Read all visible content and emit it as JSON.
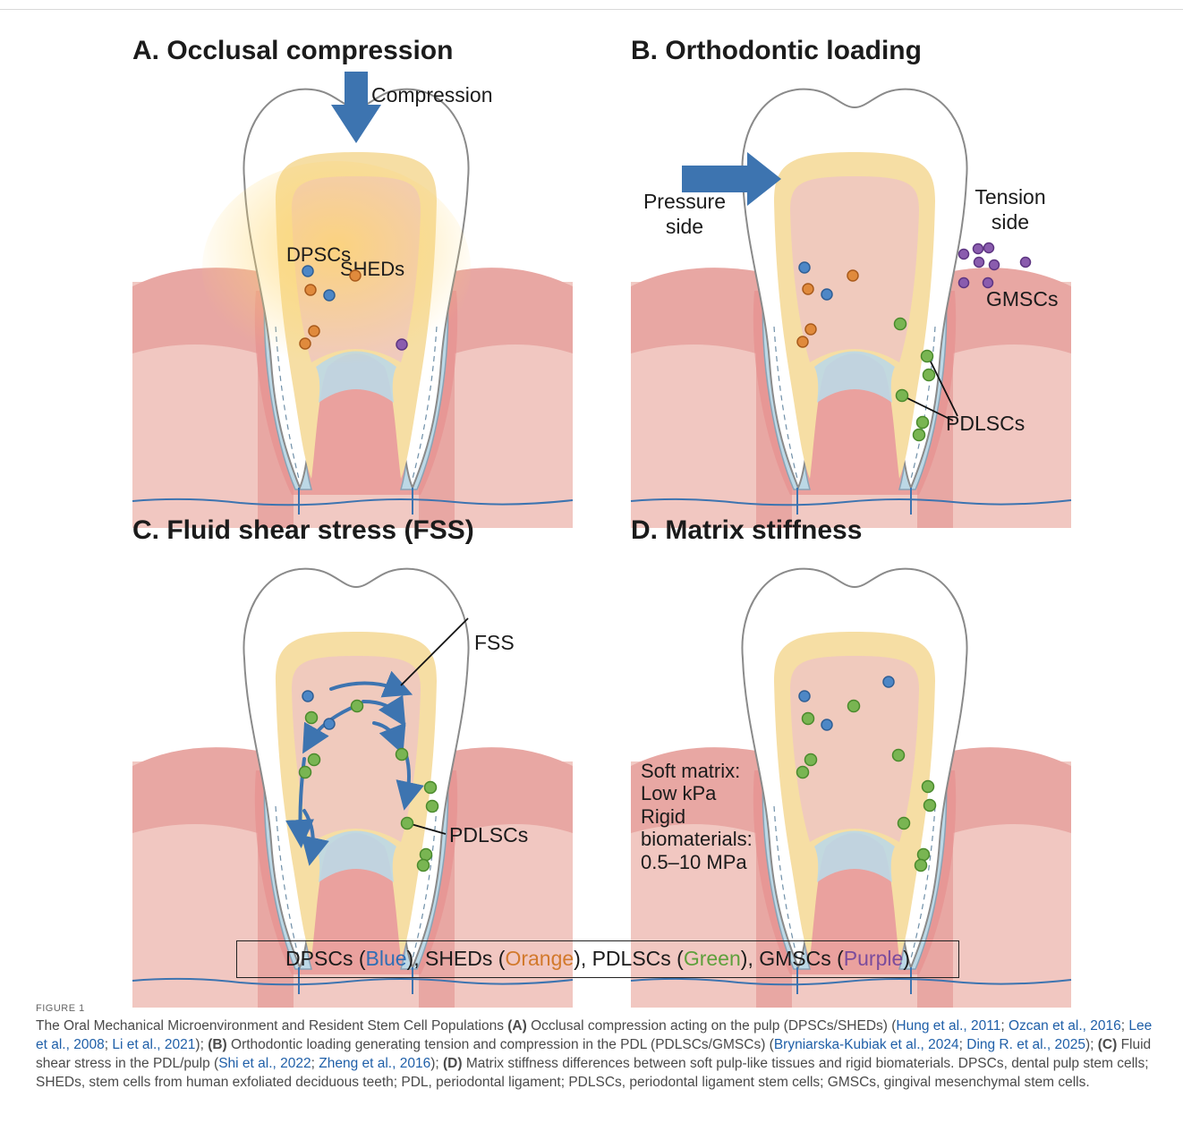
{
  "panels": {
    "a": {
      "title": "A. Occlusal compression",
      "labels": {
        "compression": "Compression",
        "dpscs": "DPSCs",
        "sheds": "SHEDs"
      }
    },
    "b": {
      "title": "B. Orthodontic loading",
      "labels": {
        "pressure_1": "Pressure",
        "pressure_2": "side",
        "tension_1": "Tension",
        "tension_2": "side",
        "gmscs": "GMSCs",
        "pdlscs": "PDLSCs"
      }
    },
    "c": {
      "title": "C. Fluid shear stress (FSS)",
      "labels": {
        "fss": "FSS",
        "pdlscs": "PDLSCs"
      }
    },
    "d": {
      "title": "D. Matrix stiffness",
      "labels": {
        "line1": "Soft matrix:",
        "line2": "Low kPa",
        "line3": "Rigid",
        "line4": "biomaterials:",
        "line5": "0.5–10 MPa"
      }
    }
  },
  "legend": {
    "dpscs": "DPSCs (",
    "blue": "Blue",
    "sheds": "), SHEDs (",
    "orange": "Orange",
    "pdlscs": "), PDLSCs (",
    "green": "Green",
    "gmscs": "), GMSCs (",
    "purple": "Purple",
    "end": ")"
  },
  "colors": {
    "dpscs": "#2f6eb5",
    "sheds": "#d2792c",
    "pdlscs": "#5ea03c",
    "gmscs": "#7b4c9c",
    "gum": "#e8a7a3",
    "pulp": "#f0c8c0",
    "dentin": "#f6dea4",
    "pdl": "#bcd8e6",
    "arrow": "#3d74b0"
  },
  "caption": {
    "figure_label": "FIGURE 1",
    "title": "The Oral Mechanical Microenvironment and Resident Stem Cell Populations ",
    "a_tag": "(A)",
    "a_text": " Occlusal compression acting on the pulp (DPSCs/SHEDs) (",
    "ref_1": "Hung et al., 2011",
    "sep_1": "; ",
    "ref_2": "Ozcan et al., 2016",
    "sep_2": "; ",
    "ref_3": "Lee et al., 2008",
    "sep_3": "; ",
    "ref_4": "Li et al., 2021",
    "a_end": "); ",
    "b_tag": "(B)",
    "b_text": " Orthodontic loading generating tension and compression in the PDL (PDLSCs/GMSCs) (",
    "ref_5": "Bryniarska-Kubiak et al., 2024",
    "sep_5": "; ",
    "ref_6": "Ding R. et al., 2025",
    "b_end": "); ",
    "c_tag": "(C)",
    "c_text": " Fluid shear stress in the PDL/pulp (",
    "ref_7": "Shi et al., 2022",
    "sep_7": "; ",
    "ref_8": "Zheng et al., 2016",
    "c_end": "); ",
    "d_tag": "(D)",
    "d_text": " Matrix stiffness differences between soft pulp-like tissues and rigid biomaterials. DPSCs, dental pulp stem cells; SHEDs, stem cells from human exfoliated deciduous teeth; PDL, periodontal ligament; PDLSCs, periodontal ligament stem cells; GMSCs, gingival mesenchymal stem cells."
  }
}
